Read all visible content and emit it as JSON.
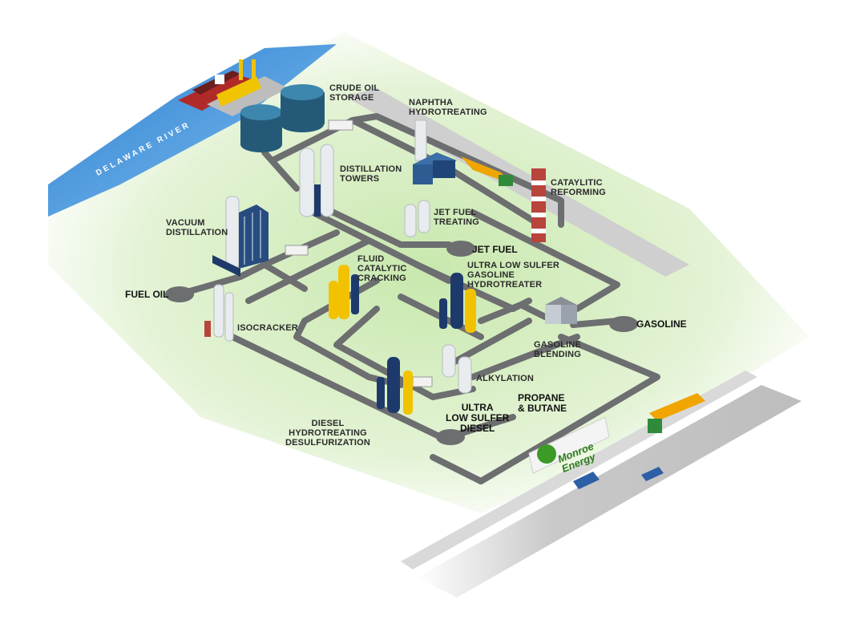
{
  "river_label": "DELAWARE RIVER",
  "brand": "Monroe\nEnergy",
  "units": {
    "crude_oil_storage": "CRUDE OIL\nSTORAGE",
    "naphtha_hydrotreating": "NAPHTHA\nHYDROTREATING",
    "distillation_towers": "DISTILLATION\nTOWERS",
    "catalytic_reforming": "CATAYLITIC\nREFORMING",
    "jet_fuel_treating": "JET FUEL\nTREATING",
    "vacuum_distillation": "VACUUM\nDISTILLATION",
    "fluid_catalytic_cracking": "FLUID\nCATALYTIC\nCRACKING",
    "ultra_low_sulfer_gasoline_hydrotreater": "ULTRA LOW SULFER\nGASOLINE\nHYDROTREATER",
    "isocracker": "ISOCRACKER",
    "gasoline_blending": "GASOLINE\nBLENDING",
    "alkylation": "ALKYLATION",
    "diesel_hydrotreating": "DIESEL\nHYDROTREATING\nDESULFURIZATION"
  },
  "outputs": {
    "jet_fuel": "JET FUEL",
    "fuel_oil": "FUEL OIL",
    "gasoline": "GASOLINE",
    "propane_butane": "PROPANE\n& BUTANE",
    "ultra_low_sulfer_diesel": "ULTRA\nLOW SULFER\nDIESEL"
  },
  "colors": {
    "pipe": "#6d6e70",
    "ground_green": "#cfe9b6",
    "river": "#3d8fd6",
    "tank": "#2c6a8c",
    "tower_white": "#e8ecef",
    "tower_navy": "#1e3a6b",
    "tower_yellow": "#f2c200",
    "chimney": "#b8443b",
    "road": "#bdbdbd",
    "truck_tank": "#f0a500",
    "brand_green": "#3c9a26"
  }
}
